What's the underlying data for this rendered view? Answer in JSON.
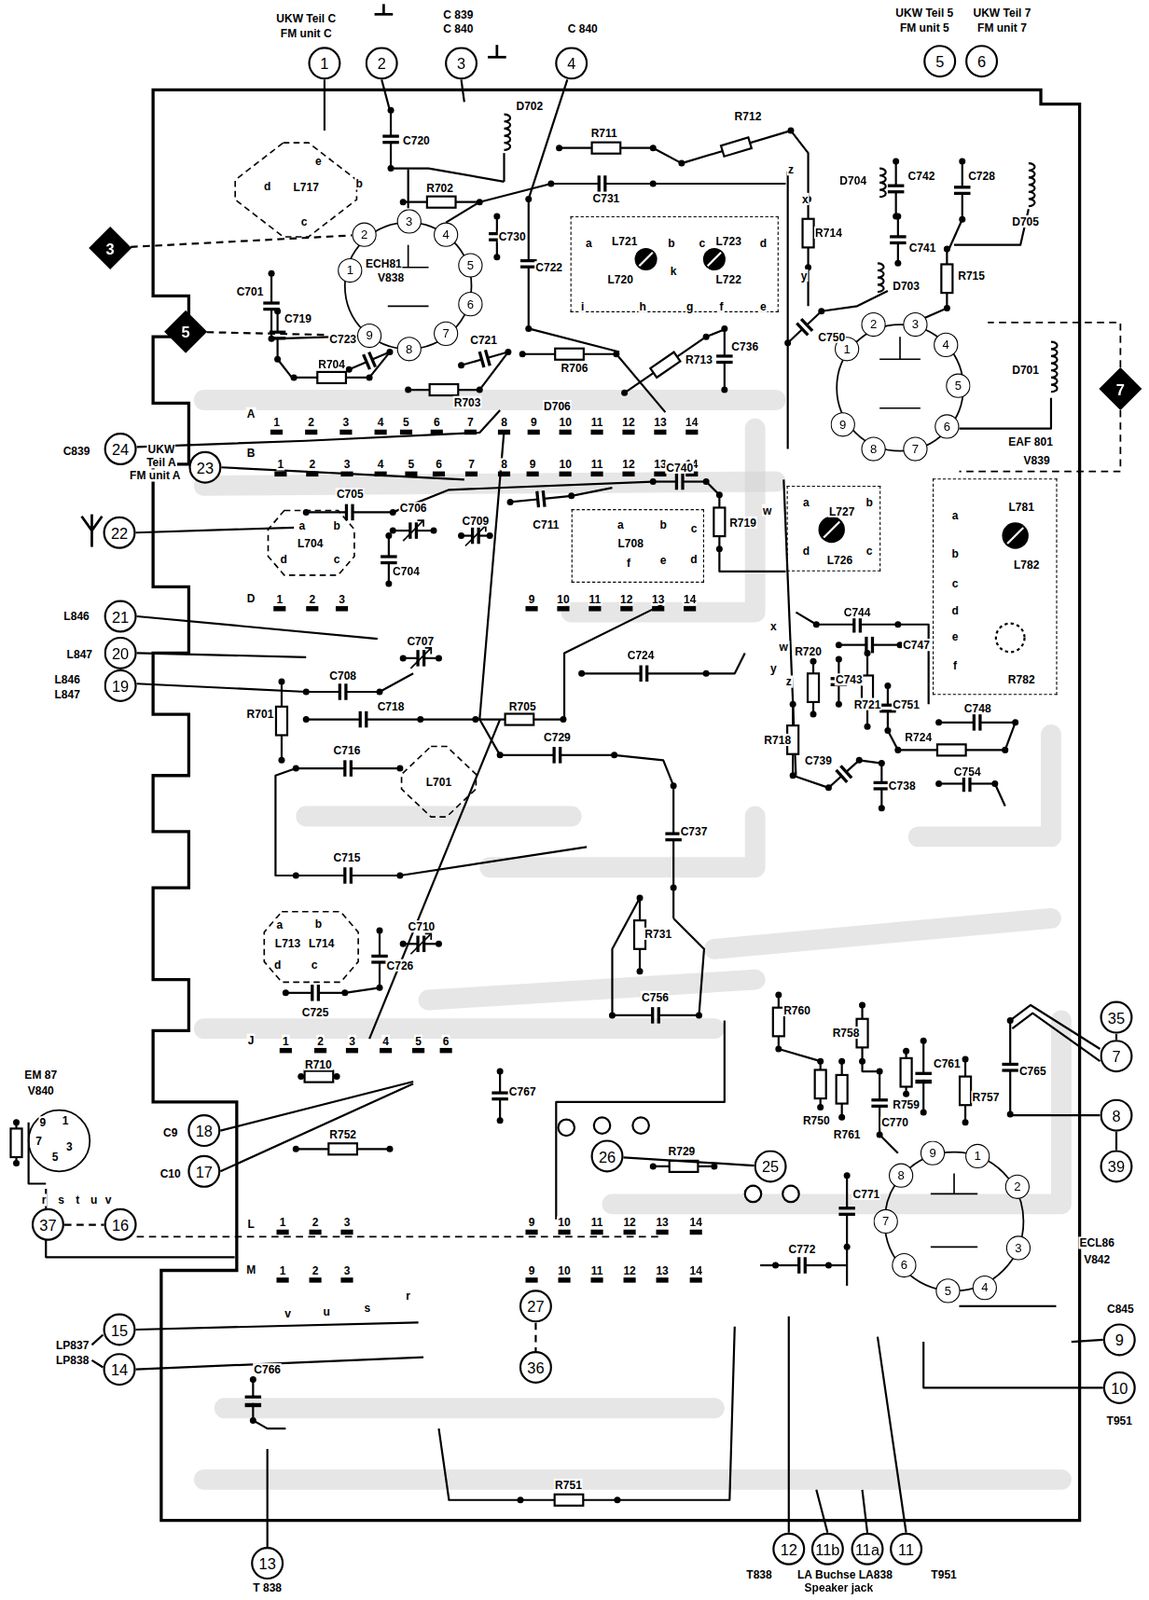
{
  "diagram": {
    "nodes": [
      {
        "text": [
          "1"
        ]
      },
      {
        "text": [
          "2"
        ]
      },
      {
        "text": [
          "3"
        ]
      },
      {
        "text": [
          "4"
        ]
      },
      {
        "text": [
          "5"
        ]
      },
      {
        "text": [
          "6"
        ]
      },
      {
        "text": [
          "L717"
        ]
      },
      {
        "text": [
          "3"
        ]
      },
      {
        "text": [
          "L721",
          "L723",
          "L720",
          "L722"
        ]
      },
      {
        "text": [
          "1"
        ]
      },
      {
        "text": [
          "2"
        ]
      },
      {
        "text": [
          "3"
        ]
      },
      {
        "text": [
          "4"
        ]
      },
      {
        "text": [
          "5"
        ]
      },
      {
        "text": [
          "6"
        ]
      },
      {
        "text": [
          "7"
        ]
      },
      {
        "text": [
          "8"
        ]
      },
      {
        "text": [
          "9"
        ]
      },
      {
        "text": [
          "5"
        ]
      },
      {
        "text": [
          "1"
        ]
      },
      {
        "text": [
          "2"
        ]
      },
      {
        "text": [
          "3"
        ]
      },
      {
        "text": [
          "4"
        ]
      },
      {
        "text": [
          "5"
        ]
      },
      {
        "text": [
          "6"
        ]
      },
      {
        "text": [
          "7"
        ]
      },
      {
        "text": [
          "8"
        ]
      },
      {
        "text": [
          "9"
        ]
      },
      {
        "text": [
          "7"
        ]
      },
      {
        "text": [
          "24"
        ]
      },
      {
        "text": [
          "23"
        ]
      },
      {
        "text": [
          "L704"
        ]
      },
      {
        "text": [
          "22"
        ]
      },
      {
        "text": [
          "L708"
        ]
      },
      {
        "text": [
          "L727",
          "L726"
        ]
      },
      {
        "text": [
          "L781",
          "L782",
          "R782"
        ]
      },
      {
        "text": [
          "21"
        ]
      },
      {
        "text": [
          "20"
        ]
      },
      {
        "text": [
          "19"
        ]
      },
      {
        "text": [
          "L701"
        ]
      },
      {
        "text": [
          "L713",
          "L714"
        ]
      },
      {
        "text": [
          "35"
        ]
      },
      {
        "text": [
          "7"
        ]
      },
      {
        "text": [
          "8"
        ]
      },
      {
        "text": [
          "18"
        ]
      },
      {
        "text": [
          "26"
        ]
      },
      {
        "text": [
          "25"
        ]
      },
      {
        "text": [
          "39"
        ]
      },
      {
        "text": [
          "17"
        ]
      },
      {
        "text": [
          "1"
        ]
      },
      {
        "text": [
          "2"
        ]
      },
      {
        "text": [
          "3"
        ]
      },
      {
        "text": [
          "4"
        ]
      },
      {
        "text": [
          "5"
        ]
      },
      {
        "text": [
          "6"
        ]
      },
      {
        "text": [
          "7"
        ]
      },
      {
        "text": [
          "8"
        ]
      },
      {
        "text": [
          "9"
        ]
      },
      {
        "text": [
          "37"
        ]
      },
      {
        "text": [
          "16"
        ]
      },
      {
        "text": [
          "27"
        ]
      },
      {
        "text": [
          "9"
        ]
      },
      {
        "text": [
          "15"
        ]
      },
      {
        "text": [
          "36"
        ]
      },
      {
        "text": [
          "14"
        ]
      },
      {
        "text": [
          "10"
        ]
      },
      {
        "text": [
          "13"
        ]
      },
      {
        "text": [
          "12"
        ]
      },
      {
        "text": [
          "11b"
        ]
      },
      {
        "text": [
          "11a"
        ]
      },
      {
        "text": [
          "11"
        ]
      }
    ],
    "edges": [
      {
        "from": 7,
        "to": 10,
        "arrow": "none"
      },
      {
        "from": 18,
        "to": 17,
        "arrow": "none"
      },
      {
        "from": 41,
        "to": 42,
        "arrow": "none"
      },
      {
        "from": 43,
        "to": 47,
        "arrow": "none"
      },
      {
        "from": 45,
        "to": 46,
        "arrow": "none"
      },
      {
        "from": 58,
        "to": 59,
        "arrow": "none"
      },
      {
        "from": 60,
        "to": 63,
        "arrow": "none"
      }
    ],
    "labels": [
      "UKW Teil C",
      "FM unit C",
      "C 839",
      "C 840",
      "C 840",
      "UKW Teil 5",
      "FM unit 5",
      "UKW Teil 7",
      "FM unit 7",
      "D702",
      "R711",
      "R712",
      "C720",
      "e",
      "b",
      "d",
      "c",
      "R702",
      "C730",
      "C731",
      "C722",
      "a",
      "b",
      "c",
      "d",
      "k",
      "i",
      "h",
      "g",
      "f",
      "e",
      "z",
      "x",
      "R714",
      "y",
      "D704",
      "C742",
      "C728",
      "D705",
      "C741",
      "D703",
      "R715",
      "C750",
      "D701",
      "ECH81",
      "V838",
      "C701",
      "C719",
      "C723",
      "R704",
      "C721",
      "R703",
      "R706",
      "R713",
      "C736",
      "EAF 801",
      "V839",
      "D706",
      "A",
      "1",
      "2",
      "3",
      "4",
      "5",
      "6",
      "7",
      "8",
      "9",
      "10",
      "11",
      "12",
      "13",
      "14",
      "B",
      "1",
      "2",
      "3",
      "4",
      "5",
      "6",
      "7",
      "8",
      "9",
      "10",
      "11",
      "12",
      "13",
      "14",
      "C839",
      "UKW",
      "Teil A",
      "FM unit A",
      "C705",
      "C706",
      "C711",
      "C740",
      "R719",
      "w",
      "a",
      "b",
      "d",
      "c",
      "C704",
      "C709",
      "a",
      "b",
      "c",
      "f",
      "e",
      "d",
      "a",
      "b",
      "d",
      "c",
      "a",
      "b",
      "c",
      "d",
      "e",
      "f",
      "D",
      "1",
      "2",
      "3",
      "9",
      "10",
      "11",
      "12",
      "13",
      "14",
      "L846",
      "L847",
      "L846",
      "L847",
      "C707",
      "C708",
      "C718",
      "R701",
      "R705",
      "C724",
      "C744",
      "C747",
      "C743",
      "R720",
      "R721",
      "x",
      "w",
      "y",
      "z",
      "R718",
      "C751",
      "C748",
      "R724",
      "C739",
      "C738",
      "C754",
      "C729",
      "C716",
      "C715",
      "C737",
      "R731",
      "C756",
      "a",
      "b",
      "d",
      "c",
      "C710",
      "C726",
      "C725",
      "R760",
      "R758",
      "C765",
      "R757",
      "C761",
      "R759",
      "C770",
      "R750",
      "R761",
      "J",
      "1",
      "2",
      "3",
      "4",
      "5",
      "6",
      "R710",
      "C767",
      "EM 87",
      "V840",
      "9",
      "1",
      "7",
      "3",
      "5",
      "r",
      "s",
      "t",
      "u",
      "v",
      "C9",
      "R752",
      "C10",
      "R729",
      "L",
      "1",
      "2",
      "3",
      "9",
      "10",
      "11",
      "12",
      "13",
      "14",
      "C771",
      "ECL86",
      "V842",
      "M",
      "1",
      "2",
      "3",
      "9",
      "10",
      "11",
      "12",
      "13",
      "14",
      "C772",
      "v",
      "u",
      "s",
      "r",
      "C845",
      "T951",
      "LP837",
      "LP838",
      "C766",
      "R751",
      "T 838",
      "T838",
      "T951",
      "LA Buchse LA838",
      "Speaker jack"
    ]
  }
}
